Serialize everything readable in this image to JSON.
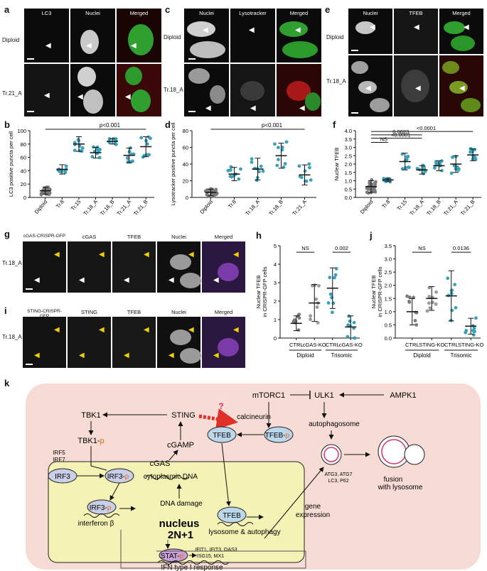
{
  "panels": {
    "a": {
      "label": "a",
      "headers": [
        "LC3",
        "Nuclei",
        "Merged"
      ],
      "rows": [
        "Diploid",
        "Tr.21_A"
      ]
    },
    "c": {
      "label": "c",
      "headers": [
        "Nuclei",
        "Lysotracker",
        "Merged"
      ],
      "rows": [
        "Diploid",
        "Tr.18_A"
      ]
    },
    "e": {
      "label": "e",
      "headers": [
        "Nuclei",
        "TFEB",
        "Merged"
      ],
      "rows": [
        "Diploid",
        "Tr.18_A"
      ]
    },
    "g": {
      "label": "g",
      "headers": [
        "cGAS-CRISPR-GFP",
        "cGAS",
        "TFEB",
        "Nuclei",
        "Merged"
      ],
      "rows": [
        "Tr.18_A"
      ]
    },
    "i": {
      "label": "i",
      "headers": [
        "STING-CRISPR-GFP",
        "STING",
        "TFEB",
        "Nuclei",
        "Merged"
      ],
      "rows": [
        "Tr.18_A"
      ]
    }
  },
  "colors": {
    "diploid_dots": "#8a8a8a",
    "trisomic_dots": "#3aa1b8",
    "dark_dots": "#1a5e7a",
    "pathway_bg": "#f7dcd5",
    "nucleus_bg": "#f4f2b4",
    "tfeb_fill": "#bcd7ea",
    "irf3_fill": "#c9cfe7",
    "stat_fill": "#c8a0d8",
    "phos": "#e06a1e",
    "red_arrow": "#e0302a",
    "question": "#d9306b"
  },
  "chart_data": [
    {
      "id": "b",
      "type": "scatter",
      "ylabel": "LC3 positive puncta per cell",
      "ylim": [
        0,
        100
      ],
      "yticks": [
        0,
        20,
        40,
        60,
        80,
        100
      ],
      "categories": [
        "Diploid",
        "Tr.8",
        "Tr.15",
        "Tr.18_A",
        "Tr.18_B",
        "Tr.21_A",
        "Tr.21_B"
      ],
      "means": [
        10,
        42,
        80,
        67,
        84,
        63,
        76
      ],
      "sd": [
        5,
        7,
        11,
        8,
        4,
        11,
        15
      ],
      "annotation": "p<0.001"
    },
    {
      "id": "d",
      "type": "scatter",
      "ylabel": "Lysotracker positive puncta per cell",
      "ylim": [
        0,
        80
      ],
      "yticks": [
        0,
        20,
        40,
        60,
        80
      ],
      "categories": [
        "Diploid",
        "Tr.8",
        "Tr.18_A",
        "Tr.18_B",
        "Tr.21_A"
      ],
      "means": [
        6,
        28,
        34,
        50,
        27
      ],
      "sd": [
        4,
        8,
        13,
        15,
        12
      ],
      "annotation": "p<0.001"
    },
    {
      "id": "f",
      "type": "scatter",
      "ylabel": "Nuclear TFEB",
      "ylim": [
        0,
        4
      ],
      "yticks": [
        "0.0",
        "0.5",
        "1.0",
        "1.5",
        "2.0",
        "2.5",
        "3.0",
        "3.5",
        "4.0"
      ],
      "categories": [
        "Diploid",
        "Tr.8",
        "Tr.15",
        "Tr.18_A",
        "Tr.18_B",
        "Tr.21_A",
        "Tr.21_B"
      ],
      "means": [
        0.65,
        1.05,
        2.15,
        1.65,
        1.9,
        2.0,
        2.55
      ],
      "sd": [
        0.35,
        0.1,
        0.5,
        0.25,
        0.3,
        0.5,
        0.35
      ],
      "annotations": [
        "NS",
        "<0.0001",
        "0.0023",
        "<0.0001"
      ]
    },
    {
      "id": "h",
      "type": "scatter",
      "ylabel": "Nuclear TFEB in CRISPR-GFP cells",
      "ylim": [
        0,
        5
      ],
      "yticks": [
        0,
        1,
        2,
        3,
        4,
        5
      ],
      "categories": [
        "CTRL",
        "cGAS-KO",
        "CTRL",
        "cGAS-KO"
      ],
      "groups": [
        "Diploid",
        "Trisomic"
      ],
      "means": [
        0.8,
        1.9,
        2.7,
        0.6
      ],
      "sd": [
        0.4,
        1.0,
        1.1,
        0.6
      ],
      "annotations": [
        "NS",
        "0.002"
      ]
    },
    {
      "id": "j",
      "type": "scatter",
      "ylabel": "Nuclear TFEB in CRISPR-GFP cells",
      "ylim": [
        0,
        3.5
      ],
      "yticks": [
        "0.0",
        "0.5",
        "1.0",
        "1.5",
        "2.0",
        "2.5",
        "3.0",
        "3.5"
      ],
      "categories": [
        "CTRL",
        "STING-KO",
        "CTRL",
        "STING-KO"
      ],
      "groups": [
        "Diploid",
        "Trisomic"
      ],
      "means": [
        1.0,
        1.5,
        1.6,
        0.45
      ],
      "sd": [
        0.5,
        0.45,
        0.95,
        0.3
      ],
      "annotations": [
        "NS",
        "0.0136"
      ]
    }
  ],
  "pathway": {
    "label": "k",
    "nodes": {
      "tbk1": "TBK1",
      "tbk1p": "TBK1-",
      "p": "p",
      "irf57": "IRF5\nIRF7",
      "irf3": "IRF3",
      "irf3p": "IRF3-",
      "sting": "STING",
      "cgamp": "cGAMP",
      "cgas": "cGAS",
      "cytodna": "cytoplasmic DNA",
      "dnadamage": "DNA damage",
      "q": "?",
      "mtorc1": "mTORC1",
      "ulk1": "ULK1",
      "ampk1": "AMPK1",
      "calcineurin": "calcineurin",
      "tfeb": "TFEB",
      "tfebp": "TFEB-",
      "autophagosome": "autophagosome",
      "atg": "ATG3, ATG7\nLC3, P62",
      "fusion": "fusion\nwith lysosome",
      "interferon": "interferon β",
      "nucleus": "nucleus",
      "karyo": "2N+1",
      "lyso": "lysosome & autophagy",
      "gene": "gene\nexpression",
      "stat": "STAT-",
      "ifit": "IFIT1, IFIT3, OAS3\nISG15, MX1",
      "ifn": "IFN type I response"
    }
  }
}
